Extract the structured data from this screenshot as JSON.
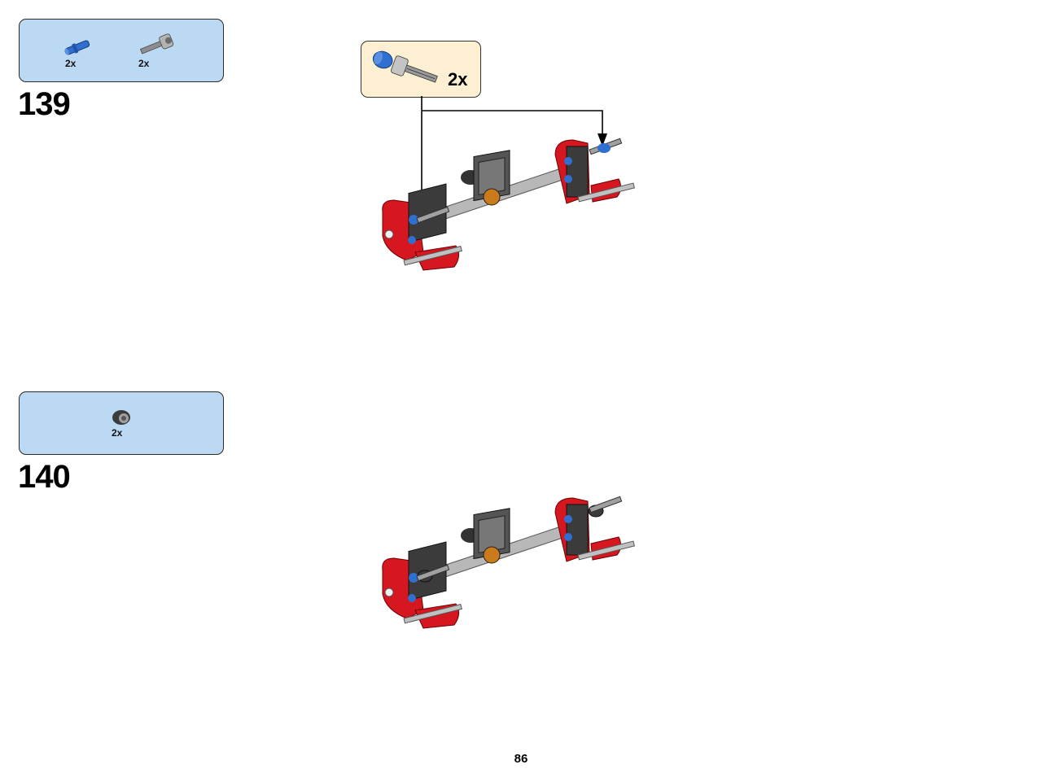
{
  "steps": [
    {
      "number": "139",
      "parts": [
        {
          "icon": "blue-axle-pin-icon",
          "qty": "2x"
        },
        {
          "icon": "grey-axle-connector-icon",
          "qty": "2x"
        }
      ],
      "callout": {
        "icon": "axle-pin-with-connector-icon",
        "qty": "2x"
      }
    },
    {
      "number": "140",
      "parts": [
        {
          "icon": "dark-bush-icon",
          "qty": "2x"
        }
      ]
    }
  ],
  "page": {
    "number": "86"
  },
  "colors": {
    "parts_box": "#bcd9f3",
    "callout_box": "#fdf0d2",
    "brick_red": "#d7171f",
    "dark_grey": "#3b3b3b",
    "light_grey": "#a9a9a9",
    "blue": "#2f6fd0"
  }
}
